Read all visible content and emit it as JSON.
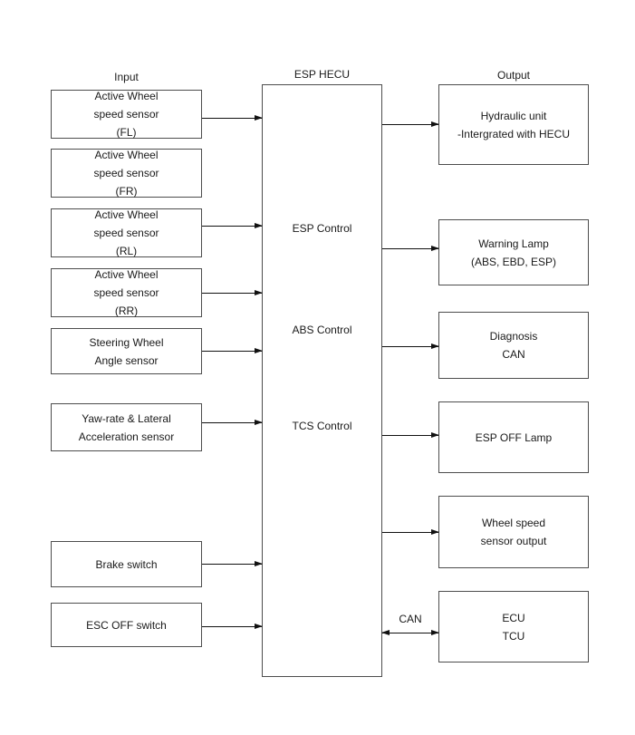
{
  "headers": {
    "input": "Input",
    "center": "ESP HECU",
    "output": "Output"
  },
  "input_boxes": [
    {
      "lines": [
        "Active Wheel",
        "speed sensor",
        "(FL)"
      ]
    },
    {
      "lines": [
        "Active Wheel",
        "speed sensor",
        "(FR)"
      ]
    },
    {
      "lines": [
        "Active Wheel",
        "speed sensor",
        "(RL)"
      ]
    },
    {
      "lines": [
        "Active Wheel",
        "speed sensor",
        "(RR)"
      ]
    },
    {
      "lines": [
        "Steering Wheel",
        "Angle sensor"
      ]
    },
    {
      "lines": [
        "Yaw-rate & Lateral",
        "Acceleration sensor"
      ]
    },
    {
      "lines": [
        "Brake switch"
      ]
    },
    {
      "lines": [
        "ESC OFF switch"
      ]
    }
  ],
  "hecu_labels": [
    "ESP Control",
    "ABS Control",
    "TCS Control"
  ],
  "output_boxes": [
    {
      "lines": [
        "Hydraulic unit",
        "-Intergrated with HECU"
      ]
    },
    {
      "lines": [
        "Warning Lamp",
        "(ABS, EBD, ESP)"
      ]
    },
    {
      "lines": [
        "Diagnosis",
        "CAN"
      ]
    },
    {
      "lines": [
        "ESP OFF Lamp"
      ]
    },
    {
      "lines": [
        "Wheel speed",
        "sensor output"
      ]
    },
    {
      "lines": [
        "ECU",
        "TCU"
      ]
    }
  ],
  "can_bus_label": "CAN",
  "colors": {
    "background": "#ffffff",
    "border": "#4d4d4d",
    "line": "#111111",
    "text": "#1a1a1a"
  }
}
